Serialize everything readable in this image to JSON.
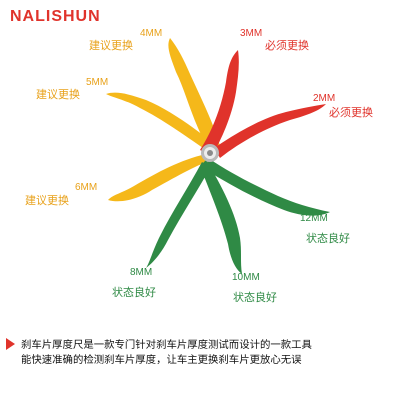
{
  "brand": "NALISHUN",
  "colors": {
    "red": "#e0332b",
    "yellow": "#f5b81a",
    "green": "#2f8a45",
    "text": "#111111"
  },
  "leaves": [
    {
      "thickness": "4MM",
      "advice": "建议更换",
      "color": "yellow"
    },
    {
      "thickness": "5MM",
      "advice": "建议更换",
      "color": "yellow"
    },
    {
      "thickness": "6MM",
      "advice": "建议更换",
      "color": "yellow"
    },
    {
      "thickness": "3MM",
      "advice": "必须更换",
      "color": "red"
    },
    {
      "thickness": "2MM",
      "advice": "必须更换",
      "color": "red"
    },
    {
      "thickness": "12MM",
      "advice": "状态良好",
      "color": "green"
    },
    {
      "thickness": "10MM",
      "advice": "状态良好",
      "color": "green"
    },
    {
      "thickness": "8MM",
      "advice": "状态良好",
      "color": "green"
    }
  ],
  "description": {
    "line1": "刹车片厚度尺是一款专门针对刹车片厚度测试而设计的一款工具",
    "line2": "能快速准确的检测刹车片厚度，让车主更换刹车片更放心无误",
    "arrow_icon": "chevron-right-icon"
  }
}
